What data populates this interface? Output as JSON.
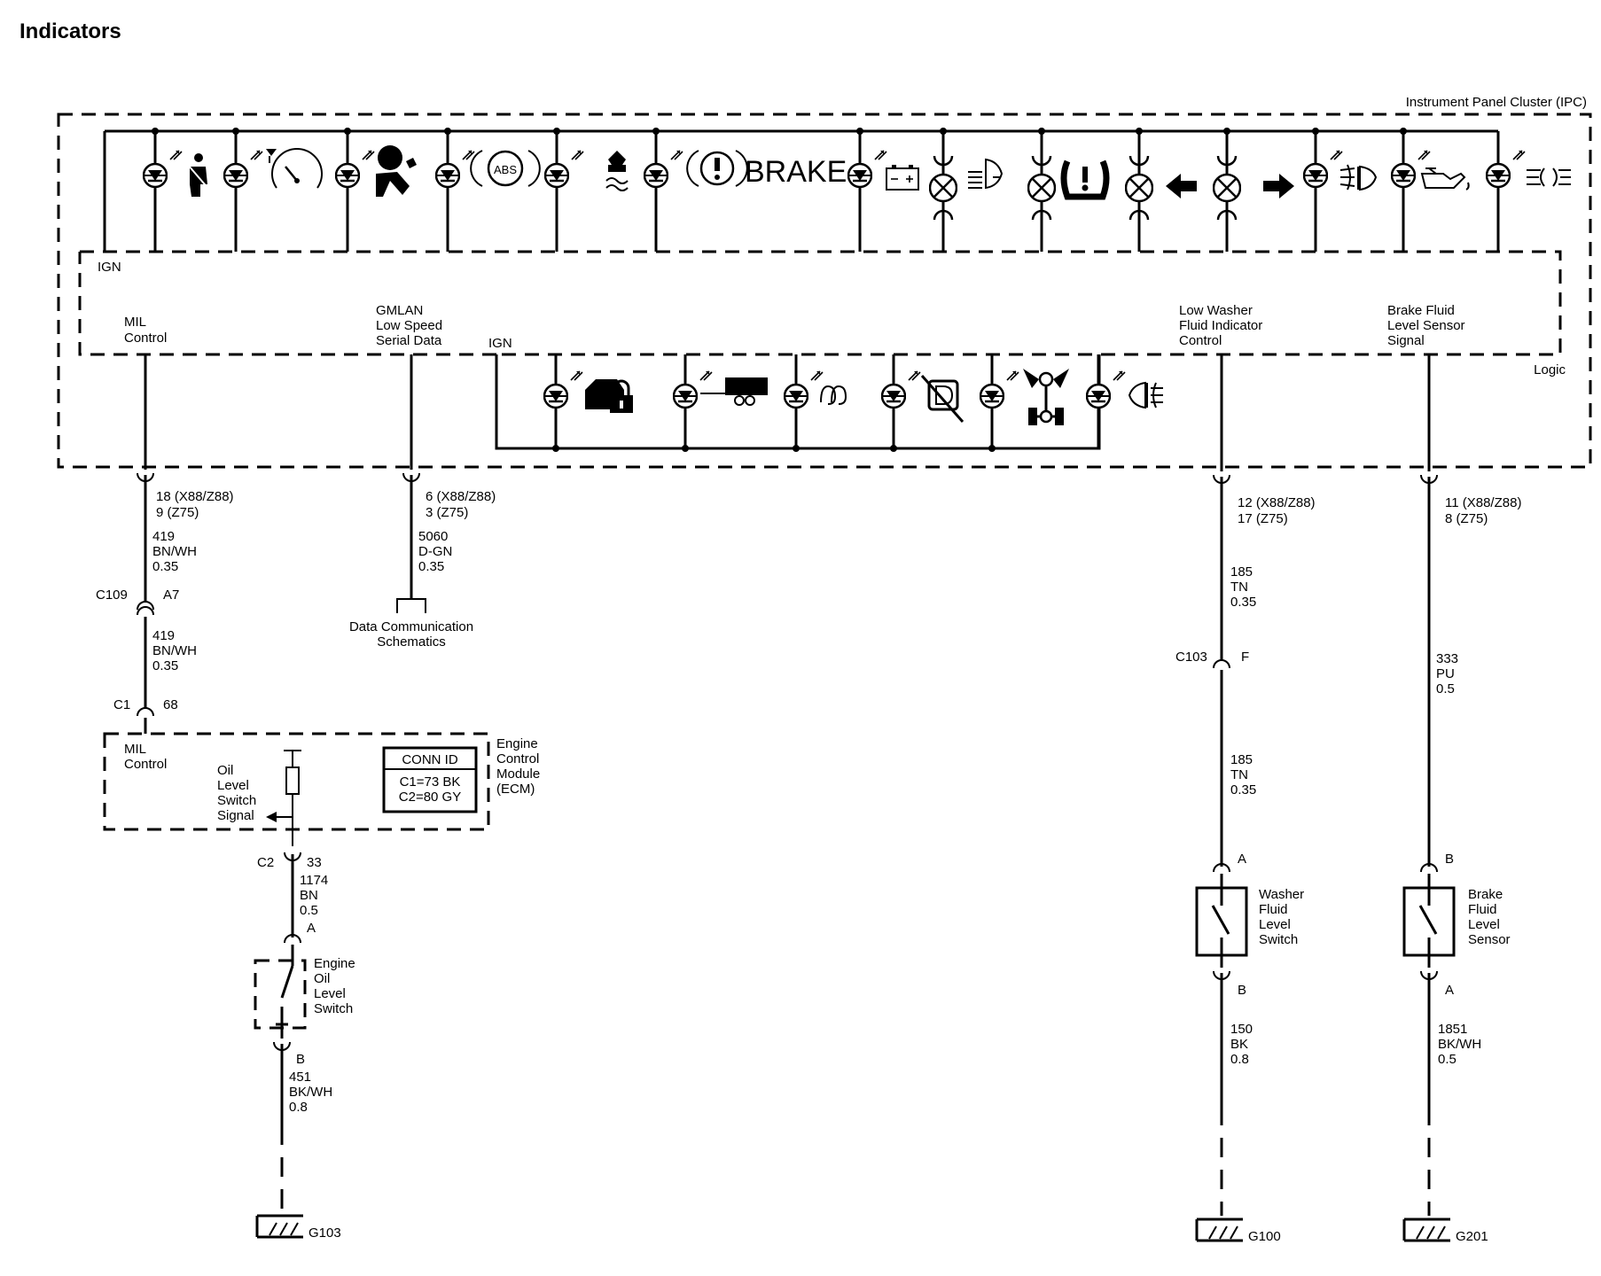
{
  "title": "Indicators",
  "ipc": {
    "title": "Instrument Panel Cluster (IPC)",
    "logic": "Logic",
    "ign": "IGN",
    "ign2": "IGN",
    "brake_word": "BRAKE",
    "abs_word": "ABS"
  },
  "circuits": {
    "mil": {
      "label": [
        "MIL",
        "Control"
      ],
      "pin": [
        "18 (X88/Z88)",
        "9 (Z75)"
      ],
      "wire1": [
        "419",
        "BN/WH",
        "0.35"
      ],
      "c109": "C109",
      "c109_pin": "A7",
      "wire2": [
        "419",
        "BN/WH",
        "0.35"
      ],
      "c1": "C1",
      "c1_pin": "68"
    },
    "gmlan": {
      "label": [
        "GMLAN",
        "Low Speed",
        "Serial Data"
      ],
      "pin": [
        "6 (X88/Z88)",
        "3 (Z75)"
      ],
      "wire": [
        "5060",
        "D-GN",
        "0.35"
      ],
      "ref": [
        "Data Communication",
        "Schematics"
      ]
    },
    "washer": {
      "label": [
        "Low Washer",
        "Fluid Indicator",
        "Control"
      ],
      "pin": [
        "12 (X88/Z88)",
        "17 (Z75)"
      ],
      "wire1": [
        "185",
        "TN",
        "0.35"
      ],
      "c103": "C103",
      "c103_pin": "F",
      "wire2": [
        "185",
        "TN",
        "0.35"
      ],
      "switch_pin_top": "A",
      "switch": [
        "Washer",
        "Fluid",
        "Level",
        "Switch"
      ],
      "switch_pin_bot": "B",
      "wire3": [
        "150",
        "BK",
        "0.8"
      ],
      "ground": "G100"
    },
    "brake": {
      "label": [
        "Brake Fluid",
        "Level Sensor",
        "Signal"
      ],
      "pin": [
        "11 (X88/Z88)",
        "8 (Z75)"
      ],
      "wire1": [
        "333",
        "PU",
        "0.5"
      ],
      "sensor_pin_top": "B",
      "sensor": [
        "Brake",
        "Fluid",
        "Level",
        "Sensor"
      ],
      "sensor_pin_bot": "A",
      "wire2": [
        "1851",
        "BK/WH",
        "0.5"
      ],
      "ground": "G201"
    }
  },
  "ecm": {
    "label": [
      "Engine",
      "Control",
      "Module",
      "(ECM)"
    ],
    "mil": [
      "MIL",
      "Control"
    ],
    "oil": [
      "Oil",
      "Level",
      "Switch",
      "Signal"
    ],
    "conn_title": "CONN ID",
    "conn_lines": [
      "C1=73 BK",
      "C2=80 GY"
    ],
    "c2": "C2",
    "c2_pin": "33",
    "wire1": [
      "1174",
      "BN",
      "0.5"
    ],
    "switch_pin_top": "A",
    "switch": [
      "Engine",
      "Oil",
      "Level",
      "Switch"
    ],
    "switch_pin_bot": "B",
    "wire2": [
      "451",
      "BK/WH",
      "0.8"
    ],
    "ground": "G103"
  }
}
